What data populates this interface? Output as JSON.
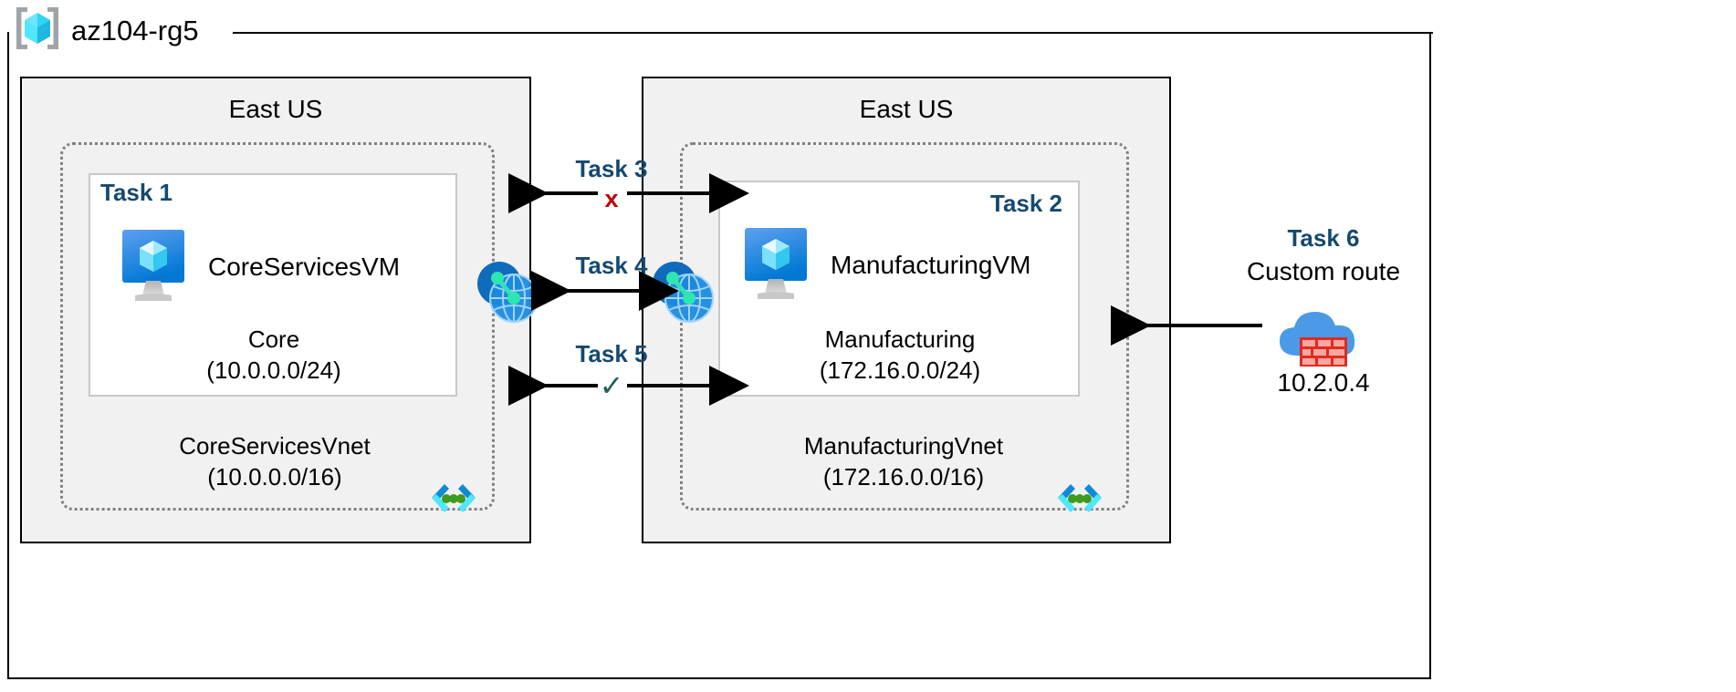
{
  "resource_group": {
    "name": "az104-rg5",
    "icon": "azure-resource-group-icon"
  },
  "regions": [
    {
      "id": "left",
      "label": "East US"
    },
    {
      "id": "right",
      "label": "East US"
    }
  ],
  "vnets": [
    {
      "id": "core",
      "name": "CoreServicesVnet",
      "cidr": "(10.0.0.0/16)",
      "glyph": "vnet-brackets-icon",
      "subnet": {
        "task": "Task 1",
        "name": "Core",
        "cidr": "(10.0.0.0/24)",
        "vm": {
          "name": "CoreServicesVM",
          "icon": "virtual-machine-icon"
        }
      }
    },
    {
      "id": "manufacturing",
      "name": "ManufacturingVnet",
      "cidr": "(172.16.0.0/16)",
      "glyph": "vnet-brackets-icon",
      "subnet": {
        "task": "Task 2",
        "name": "Manufacturing",
        "cidr": "(172.16.0.0/24)",
        "vm": {
          "name": "ManufacturingVM",
          "icon": "virtual-machine-icon"
        }
      }
    }
  ],
  "peering_icons": [
    {
      "id": "left",
      "icon": "vnet-peering-icon"
    },
    {
      "id": "right",
      "icon": "vnet-peering-icon"
    }
  ],
  "connections": [
    {
      "id": "task3",
      "label": "Task 3",
      "mark": "x",
      "mark_type": "blocked",
      "mark_color": "#c00000",
      "direction": "bidirectional-split"
    },
    {
      "id": "task4",
      "label": "Task 4",
      "mark": "",
      "mark_type": "none",
      "mark_color": "",
      "direction": "bidirectional"
    },
    {
      "id": "task5",
      "label": "Task 5",
      "mark": "✓",
      "mark_type": "allowed",
      "mark_color": "#1f6158",
      "direction": "bidirectional-split"
    }
  ],
  "task6": {
    "label": "Task 6",
    "description": "Custom route",
    "ip": "10.2.0.4",
    "icon": "firewall-cloud-icon",
    "arrow_direction": "left"
  },
  "colors": {
    "task_label": "#14496f",
    "region_fill": "#f1f1f1",
    "region_border": "#000000",
    "vnet_border": "#808080",
    "subnet_border": "#c8c8c8",
    "blocked": "#c00000",
    "allowed": "#1f6158",
    "azure_blue": "#0078d4",
    "azure_cyan": "#50e6ff"
  }
}
